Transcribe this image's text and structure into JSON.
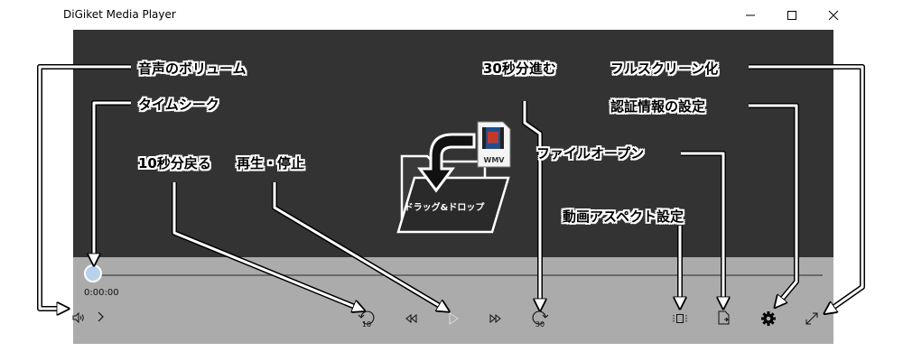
{
  "window": {
    "title": "DiGiket Media Player"
  },
  "player": {
    "time": "0:00:00",
    "drop_label": "ドラッグ&ドロップ",
    "file_badge": "WMV",
    "rewind_seconds": "10",
    "forward_seconds": "30"
  },
  "annotations": {
    "volume": "音声のボリューム",
    "seek": "タイムシーク",
    "rewind": "10秒分戻る",
    "play": "再生・停止",
    "forward": "30秒分進む",
    "fullscreen": "フルスクリーン化",
    "auth": "認証情報の設定",
    "open": "ファイルオープン",
    "aspect": "動画アスペクト設定"
  },
  "colors": {
    "stage": "#333333",
    "controls": "#ababab",
    "seek_knob": "#b7d2ee"
  }
}
